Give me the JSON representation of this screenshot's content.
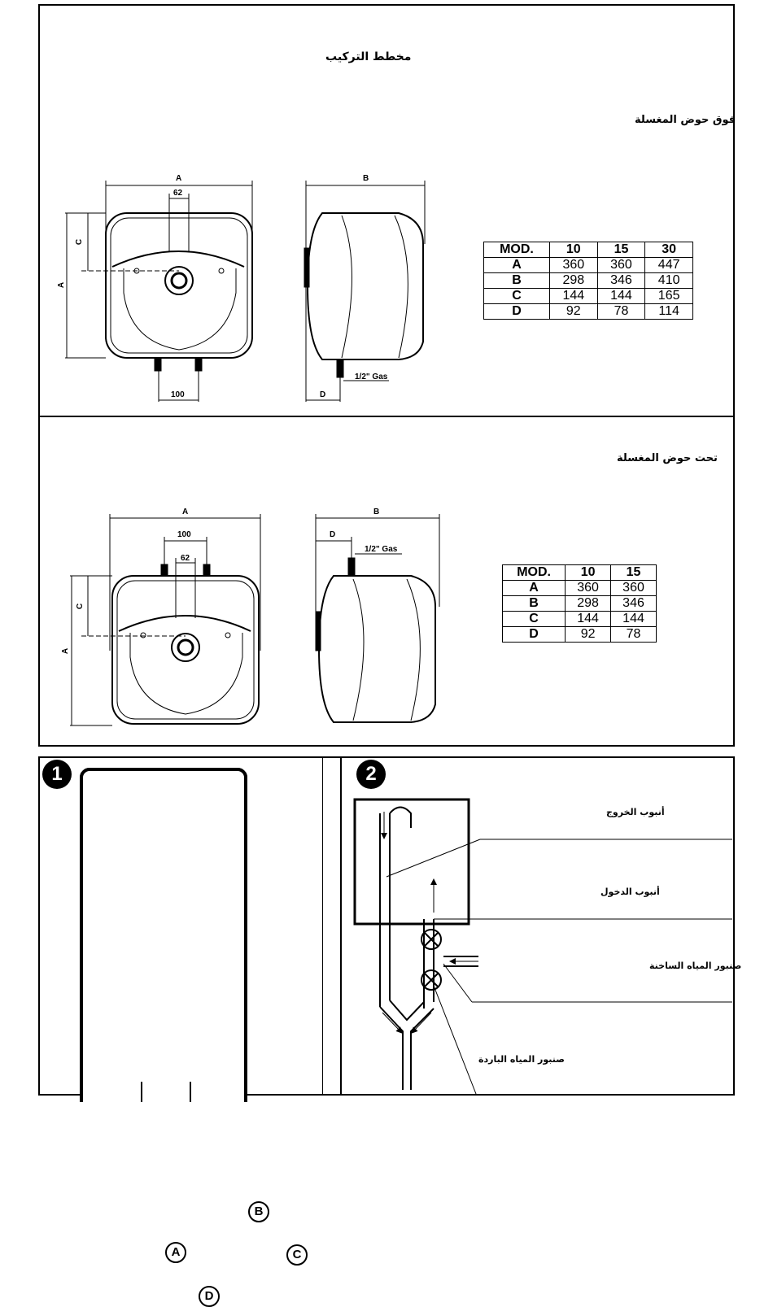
{
  "title": "مخطط التركيب",
  "section_top": {
    "heading": "فوق حوض المغسلة",
    "dims": {
      "A": "A",
      "B": "B",
      "C": "C",
      "D": "D",
      "w62": "62",
      "w100": "100",
      "pipe": "1/2\" Gas"
    },
    "table": {
      "headers": [
        "MOD.",
        "10",
        "15",
        "30"
      ],
      "rows": [
        [
          "A",
          "360",
          "360",
          "447"
        ],
        [
          "B",
          "298",
          "346",
          "410"
        ],
        [
          "C",
          "144",
          "144",
          "165"
        ],
        [
          "D",
          "92",
          "78",
          "114"
        ]
      ]
    }
  },
  "section_bottom": {
    "heading": "تحت حوض المغسلة",
    "dims": {
      "A": "A",
      "B": "B",
      "C": "C",
      "D": "D",
      "w62": "62",
      "w100": "100",
      "pipe": "1/2\" Gas"
    },
    "table": {
      "headers": [
        "MOD.",
        "10",
        "15"
      ],
      "rows": [
        [
          "A",
          "360",
          "360"
        ],
        [
          "B",
          "298",
          "346"
        ],
        [
          "C",
          "144",
          "144"
        ],
        [
          "D",
          "92",
          "78"
        ]
      ]
    }
  },
  "panel1": {
    "badge": "1",
    "labels": {
      "A": "A",
      "B": "B",
      "C": "C",
      "D": "D"
    }
  },
  "panel2": {
    "badge": "2",
    "labels": {
      "outlet": "أنبوب الخروج",
      "inlet": "أنبوب الدخول",
      "hot_tap": "صنبور المياه الساخنة",
      "cold_tap": "صنبور المياه الباردة"
    }
  }
}
